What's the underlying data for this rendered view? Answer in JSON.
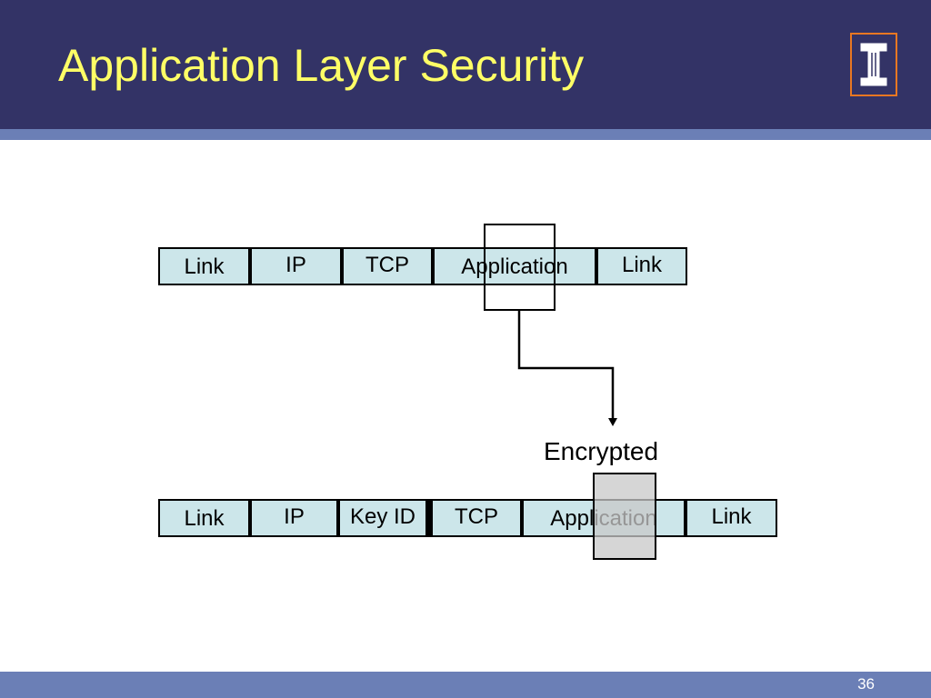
{
  "slide": {
    "title": "Application Layer Security",
    "page_number": "36"
  },
  "colors": {
    "header_bg": "#333366",
    "title_text": "#ffff66",
    "stripe": "#6b7fb6",
    "cell_fill": "#cce6ea",
    "encrypted_fill": "#d3d3d3",
    "logo_orange": "#e87722"
  },
  "diagram": {
    "packet_plain": [
      "Link",
      "IP",
      "TCP",
      "Application",
      "Link"
    ],
    "packet_encrypted": [
      "Link",
      "IP",
      "Key ID",
      "TCP",
      "Application",
      "Link"
    ],
    "encrypted_label": "Encrypted"
  },
  "icons": {
    "logo": "university-block-i-logo"
  }
}
